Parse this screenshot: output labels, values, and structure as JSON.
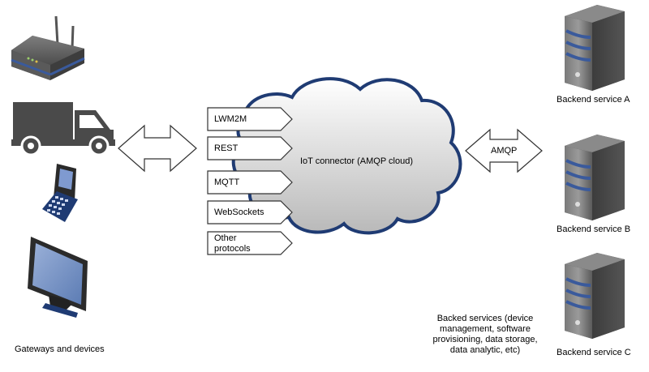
{
  "devices": {
    "label": "Gateways and devices",
    "items": [
      "router-icon",
      "truck-icon",
      "mobile-phone-icon",
      "monitor-icon"
    ]
  },
  "protocols": [
    "LWM2M",
    "REST",
    "MQTT",
    "WebSockets",
    "Other protocols"
  ],
  "connector": {
    "label": "IoT connector (AMQP cloud)"
  },
  "amqp_arrow": {
    "label": "AMQP"
  },
  "backends": [
    {
      "label": "Backend service A"
    },
    {
      "label": "Backend service B"
    },
    {
      "label": "Backend service C"
    }
  ],
  "backend_note": "Backed services (device management, software provisioning, data storage, data analytic, etc)",
  "colors": {
    "cloud_outline": "#1f3b73",
    "icon_dark": "#4a4a4a",
    "server_blue": "#3a5a9c",
    "screen_blue": "#6f8fc2"
  }
}
